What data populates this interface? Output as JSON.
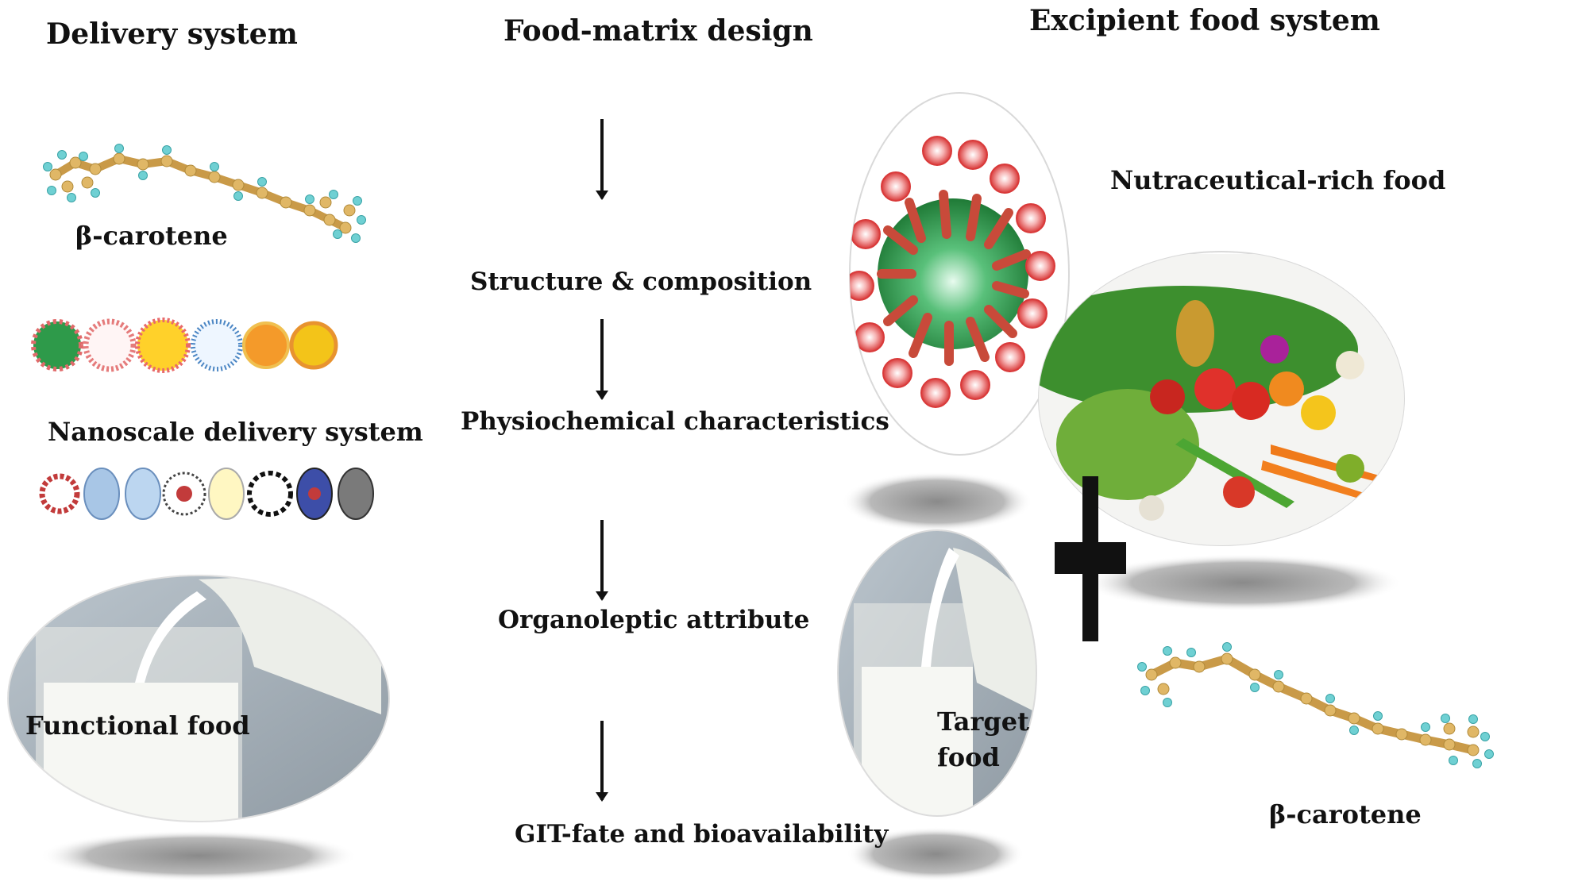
{
  "headings": {
    "delivery_system": "Delivery system",
    "food_matrix_design": "Food-matrix design",
    "excipient_food_system": "Excipient food system"
  },
  "left_panel": {
    "beta_carotene_label": "β-carotene",
    "nanoscale_label": "Nanoscale delivery system",
    "functional_food_label": "Functional food"
  },
  "middle_steps": [
    "Structure & composition",
    "Physiochemical characteristics",
    "Organoleptic attribute",
    "GIT-fate and bioavailability"
  ],
  "right_panel": {
    "nutraceutical_label": "Nutraceutical-rich food",
    "target_food_line1": "Target",
    "target_food_line2": "food",
    "beta_carotene_label": "β-carotene",
    "plus_symbol": "+"
  },
  "colors": {
    "micelle_core": "#2e9a4a",
    "micelle_head": "#e04848",
    "carbon_atom": "#e0b766",
    "hydrogen_atom": "#6fd0d3",
    "milk": "#f2f3ef",
    "shadow": "#9b9b9b"
  }
}
